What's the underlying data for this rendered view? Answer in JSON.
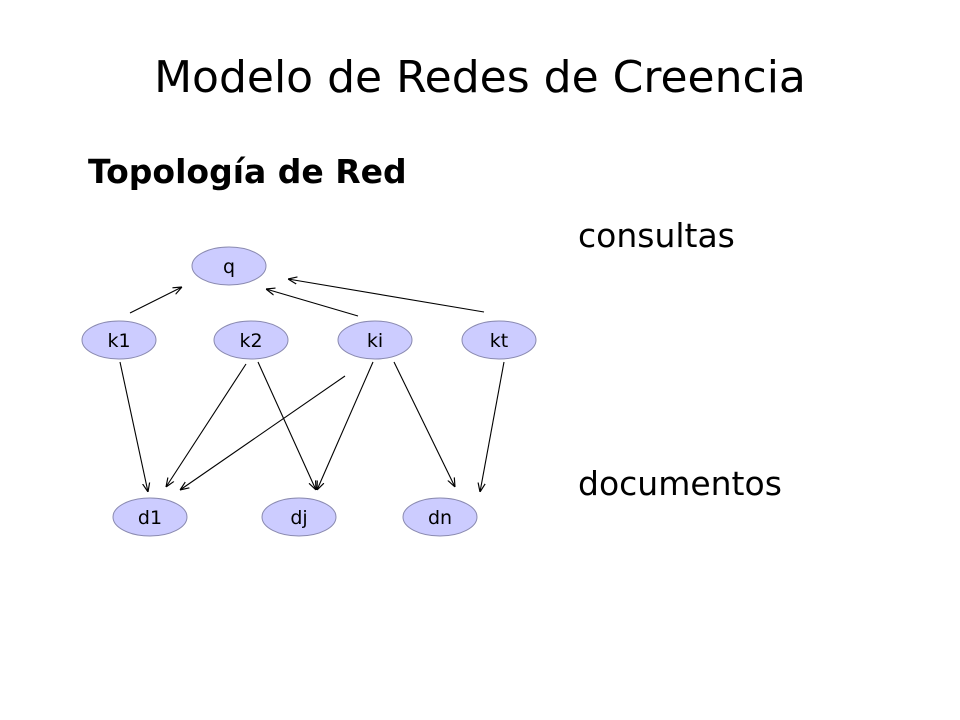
{
  "slide": {
    "title": "Modelo de Redes de Creencia",
    "subtitle": "Topología de Red",
    "layer_labels": {
      "queries": "consultas",
      "documents": "documentos"
    }
  },
  "diagram": {
    "colors": {
      "node_fill": "#ccccff",
      "node_stroke": "#8a8ab0",
      "edge": "#000000"
    },
    "nodes": [
      {
        "id": "q",
        "label": "q"
      },
      {
        "id": "k1",
        "label": "k1"
      },
      {
        "id": "k2",
        "label": "k2"
      },
      {
        "id": "ki",
        "label": "ki"
      },
      {
        "id": "kt",
        "label": "kt"
      },
      {
        "id": "d1",
        "label": "d1"
      },
      {
        "id": "dj",
        "label": "dj"
      },
      {
        "id": "dn",
        "label": "dn"
      }
    ],
    "edges": [
      {
        "from": "k1",
        "to": "q"
      },
      {
        "from": "ki",
        "to": "q"
      },
      {
        "from": "kt",
        "to": "q"
      },
      {
        "from": "k1",
        "to": "d1"
      },
      {
        "from": "k2",
        "to": "d1"
      },
      {
        "from": "k2",
        "to": "dj"
      },
      {
        "from": "ki",
        "to": "d1"
      },
      {
        "from": "ki",
        "to": "dj"
      },
      {
        "from": "ki",
        "to": "dn"
      },
      {
        "from": "kt",
        "to": "dn"
      }
    ]
  }
}
